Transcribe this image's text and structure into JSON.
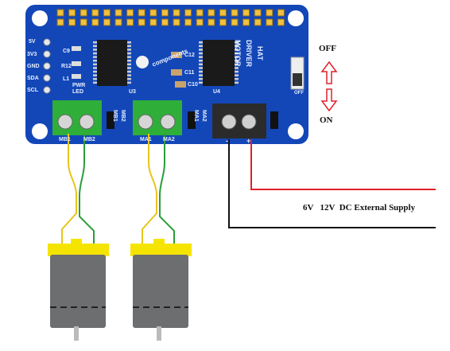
{
  "board": {
    "title_line1": "MOTOR",
    "title_line2": "DRIVER",
    "title_line3": "HAT",
    "brand": "components",
    "pin_labels": [
      "5V",
      "3V3",
      "GND",
      "SDA",
      "SCL"
    ],
    "pwr_led": "PWR\nLED",
    "terminal_left_labels": [
      "MB1",
      "MB2"
    ],
    "terminal_mid_labels": [
      "MA1",
      "MA2"
    ],
    "header_labels_1": [
      "MB1",
      "MB2"
    ],
    "header_labels_2": [
      "MA1",
      "MA2"
    ],
    "power_minus": "-",
    "power_plus": "+",
    "switch_label": "OFF",
    "chip_labels": [
      "U3",
      "U4"
    ],
    "part_labels": [
      "C9",
      "R12",
      "L1",
      "C12",
      "C11",
      "C10"
    ]
  },
  "switch_labels": {
    "off": "OFF",
    "on": "ON"
  },
  "supply": {
    "label": "6V   12V  DC External Supply",
    "pos_color": "#e0202a",
    "neg_color": "#111111"
  },
  "colors": {
    "board": "#1347b8",
    "terminal": "#2fae3a",
    "motor_cap": "#f5e400",
    "motor_body": "#6d6e70",
    "wire_yellow": "#e7c51a",
    "wire_green": "#2a9d3a"
  }
}
